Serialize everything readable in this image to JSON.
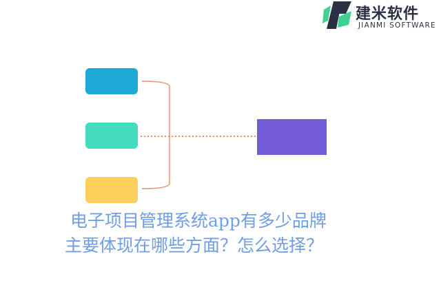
{
  "logo": {
    "name_cn": "建米软件",
    "name_en": "JIANMI SOFTWARE",
    "colors": {
      "dark": "#2a3142",
      "green": "#3fd18f"
    }
  },
  "diagram": {
    "left_boxes": [
      {
        "color": "#1fa9d6"
      },
      {
        "color": "#45dcbe"
      },
      {
        "color": "#fdcf5c"
      }
    ],
    "target_box": {
      "color": "#745cd9"
    },
    "connector_color": "#e8906a"
  },
  "title": {
    "line1": "电子项目管理系统app有多少品牌",
    "line2": "主要体现在哪些方面？怎么选择？",
    "color": "#6f9ee6"
  }
}
